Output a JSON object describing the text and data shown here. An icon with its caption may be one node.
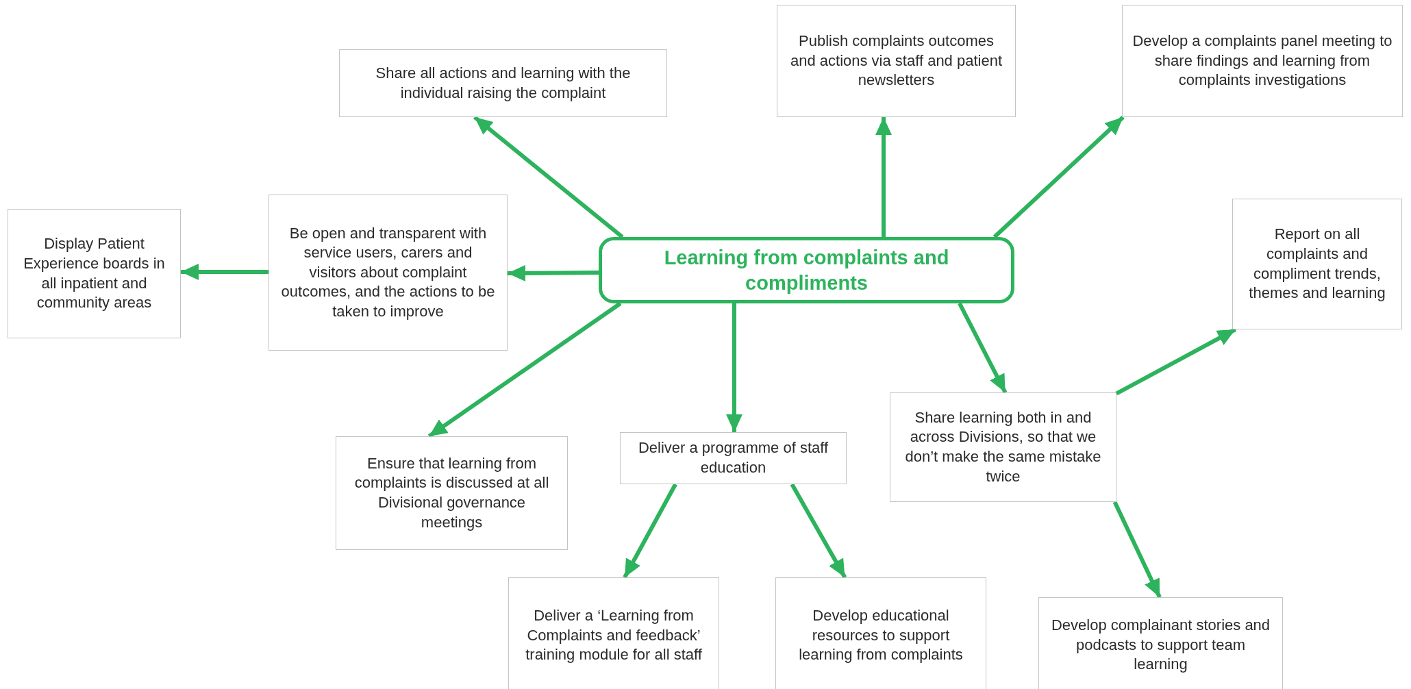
{
  "diagram": {
    "nodes": [
      {
        "text": [
          "Learning from complaints and compliments"
        ]
      },
      {
        "text": [
          "Share all actions and learning with the individual raising the complaint"
        ]
      },
      {
        "text": [
          "Publish complaints outcomes and actions via staff and patient newsletters"
        ]
      },
      {
        "text": [
          "Develop a complaints panel meeting to share findings and learning from complaints investigations"
        ]
      },
      {
        "text": [
          "Display Patient Experience boards in all inpatient and community areas"
        ]
      },
      {
        "text": [
          "Be open and transparent with service users, carers and visitors about complaint outcomes, and the actions to be taken to improve"
        ]
      },
      {
        "text": [
          "Report on all complaints and compliment trends, themes and learning"
        ]
      },
      {
        "text": [
          "Ensure that learning from complaints is discussed at all Divisional governance meetings"
        ]
      },
      {
        "text": [
          "Deliver a programme of staff education"
        ]
      },
      {
        "text": [
          "Share learning both in and across Divisions, so that we don’t make the same mistake twice"
        ]
      },
      {
        "text": [
          "Deliver a ‘Learning from Complaints and feedback’ training module for all staff"
        ]
      },
      {
        "text": [
          "Develop educational resources to support learning from complaints"
        ]
      },
      {
        "text": [
          "Develop complainant stories and podcasts to support team learning"
        ]
      }
    ],
    "edges": [
      {
        "from": 0,
        "to": 1,
        "arrow": "to"
      },
      {
        "from": 0,
        "to": 2,
        "arrow": "to"
      },
      {
        "from": 0,
        "to": 3,
        "arrow": "to"
      },
      {
        "from": 5,
        "to": 4,
        "arrow": "to"
      },
      {
        "from": 0,
        "to": 5,
        "arrow": "to"
      },
      {
        "from": 0,
        "to": 7,
        "arrow": "to"
      },
      {
        "from": 0,
        "to": 8,
        "arrow": "to"
      },
      {
        "from": 0,
        "to": 9,
        "arrow": "to"
      },
      {
        "from": 9,
        "to": 6,
        "arrow": "to"
      },
      {
        "from": 8,
        "to": 10,
        "arrow": "to"
      },
      {
        "from": 8,
        "to": 11,
        "arrow": "to"
      },
      {
        "from": 9,
        "to": 12,
        "arrow": "to"
      }
    ]
  }
}
